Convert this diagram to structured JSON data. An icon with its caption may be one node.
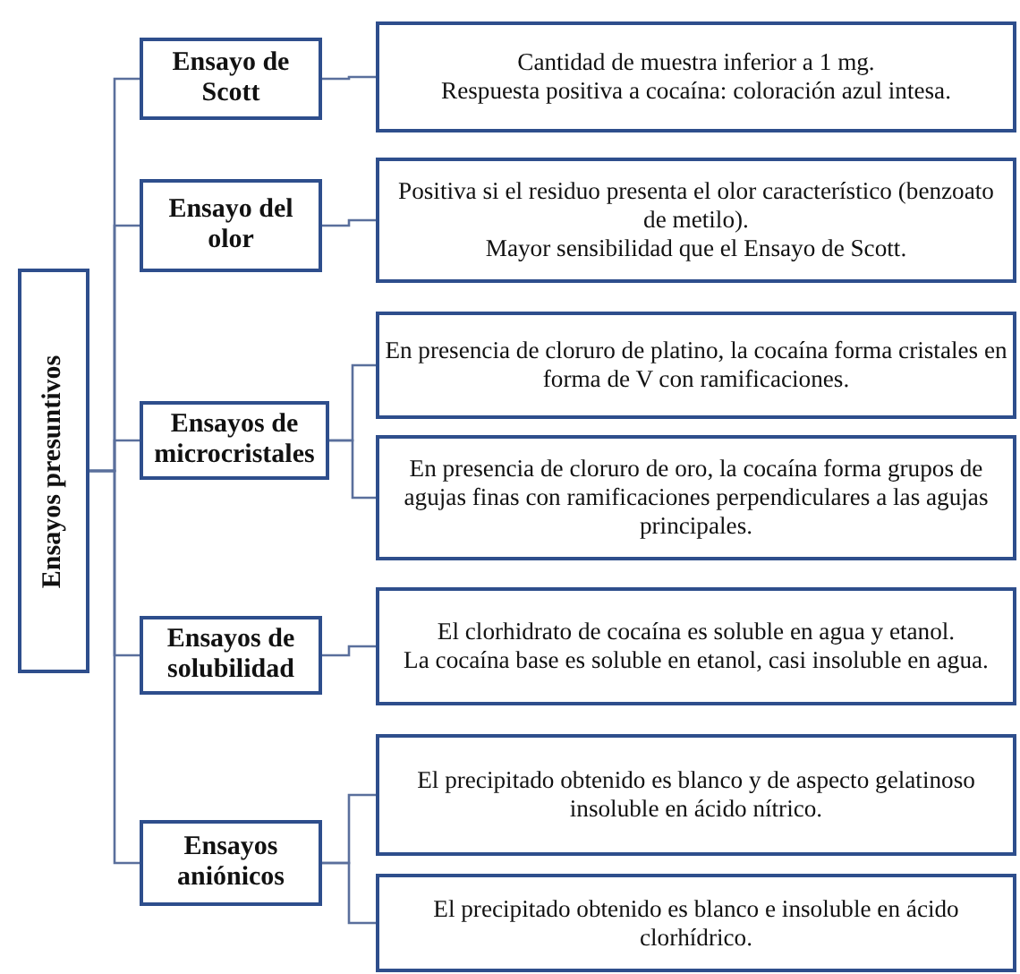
{
  "diagram": {
    "nodes": [
      {
        "text": [
          "Ensayos presuntivos"
        ]
      },
      {
        "text": [
          "Ensayo de Scott"
        ]
      },
      {
        "text": [
          "Cantidad de muestra inferior a 1 mg.",
          "Respuesta positiva a cocaína: coloración azul intesa."
        ]
      },
      {
        "text": [
          "Ensayo del olor"
        ]
      },
      {
        "text": [
          "Positiva si el residuo presenta el olor característico (benzoato de metilo).",
          "Mayor sensibilidad que el Ensayo de Scott."
        ]
      },
      {
        "text": [
          "Ensayos de microcristales"
        ]
      },
      {
        "text": [
          "En presencia de cloruro de platino, la cocaína forma cristales en forma de V con ramificaciones."
        ]
      },
      {
        "text": [
          "En presencia de cloruro de oro, la cocaína forma grupos de agujas finas con ramificaciones perpendiculares a las agujas principales."
        ]
      },
      {
        "text": [
          "Ensayos de solubilidad"
        ]
      },
      {
        "text": [
          "El clorhidrato de cocaína es soluble en agua y etanol.",
          "La cocaína base es soluble en etanol, casi insoluble en agua."
        ]
      },
      {
        "text": [
          "Ensayos aniónicos"
        ]
      },
      {
        "text": [
          "El precipitado obtenido es blanco y de aspecto gelatinoso insoluble en ácido nítrico."
        ]
      },
      {
        "text": [
          "El precipitado obtenido es blanco e insoluble en ácido clorhídrico."
        ]
      }
    ],
    "edges": [
      {
        "from": 0,
        "to": 1,
        "arrow": "none"
      },
      {
        "from": 0,
        "to": 3,
        "arrow": "none"
      },
      {
        "from": 0,
        "to": 5,
        "arrow": "none"
      },
      {
        "from": 0,
        "to": 8,
        "arrow": "none"
      },
      {
        "from": 0,
        "to": 10,
        "arrow": "none"
      },
      {
        "from": 1,
        "to": 2,
        "arrow": "none"
      },
      {
        "from": 3,
        "to": 4,
        "arrow": "none"
      },
      {
        "from": 5,
        "to": 6,
        "arrow": "none"
      },
      {
        "from": 5,
        "to": 7,
        "arrow": "none"
      },
      {
        "from": 8,
        "to": 9,
        "arrow": "none"
      },
      {
        "from": 10,
        "to": 11,
        "arrow": "none"
      },
      {
        "from": 10,
        "to": 12,
        "arrow": "none"
      }
    ]
  }
}
